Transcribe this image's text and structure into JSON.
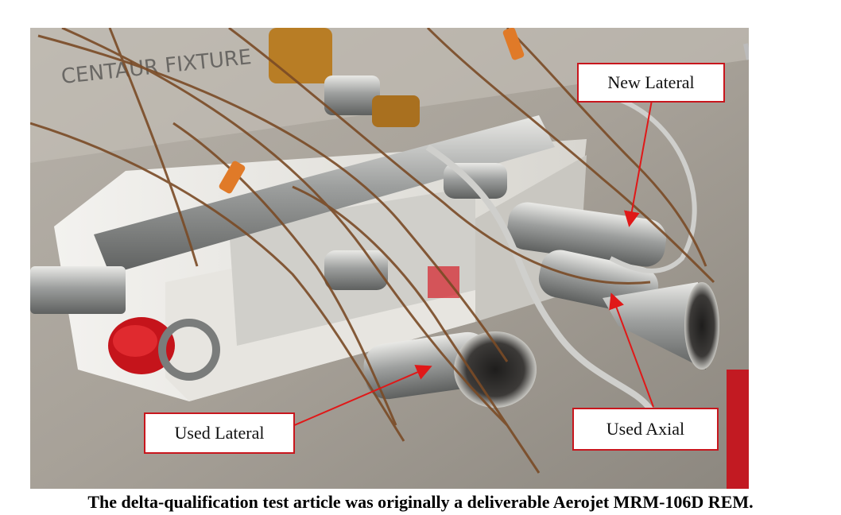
{
  "labels": {
    "new_lateral": "New Lateral",
    "used_lateral": "Used Lateral",
    "used_axial": "Used Axial"
  },
  "caption": "The delta-qualification test article was originally a deliverable Aerojet MRM-106D REM.",
  "colors": {
    "label_border": "#c8161d",
    "arrow": "#e01818"
  }
}
